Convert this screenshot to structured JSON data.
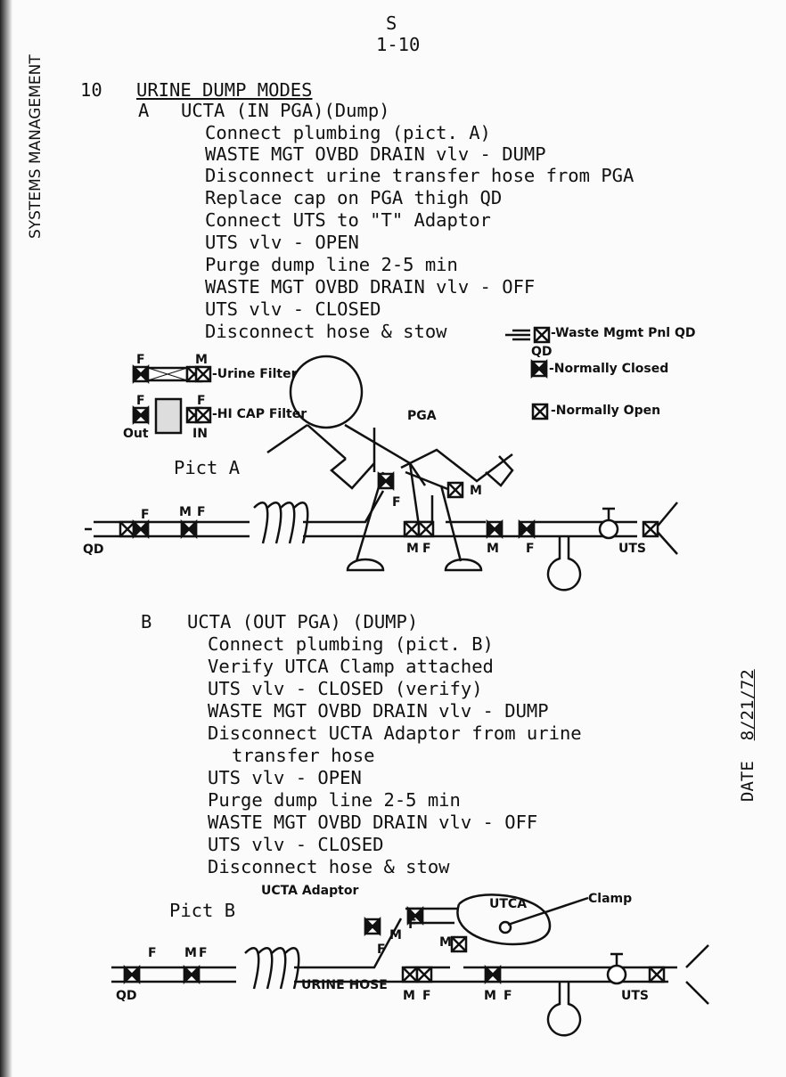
{
  "header": {
    "section": "S",
    "page": "1-10"
  },
  "side_tab": "SYSTEMS MANAGEMENT",
  "date": {
    "label": "DATE",
    "value": "8/21/72"
  },
  "procedure": {
    "number": "10",
    "title": "URINE DUMP MODES",
    "a": {
      "letter": "A",
      "title": "UCTA (IN PGA)(Dump)",
      "steps": [
        "Connect plumbing (pict. A)",
        "WASTE MGT OVBD DRAIN vlv - DUMP",
        "Disconnect urine transfer hose from PGA",
        "Replace cap on PGA thigh QD",
        "Connect UTS to \"T\" Adaptor",
        "UTS vlv - OPEN",
        "Purge dump line 2-5 min",
        "WASTE MGT OVBD DRAIN vlv - OFF",
        "UTS vlv - CLOSED",
        "Disconnect hose & stow"
      ]
    },
    "b": {
      "letter": "B",
      "title": "UCTA (OUT PGA) (DUMP)",
      "steps": [
        "Connect plumbing (pict. B)",
        "Verify UTCA Clamp attached",
        "UTS vlv - CLOSED (verify)",
        "WASTE MGT OVBD DRAIN vlv - DUMP",
        "Disconnect UCTA Adaptor from urine",
        "transfer hose",
        "UTS vlv - OPEN",
        "Purge dump line 2-5 min",
        "WASTE MGT OVBD DRAIN vlv - OFF",
        "UTS vlv - CLOSED",
        "Disconnect hose & stow"
      ]
    }
  },
  "legend": {
    "urine_filter": "-Urine Filter",
    "hi_cap_filter": "-HI CAP Filter",
    "waste_qd": "-Waste Mgmt Pnl QD",
    "qd": "QD",
    "normally_closed": "-Normally Closed",
    "normally_open": "-Normally Open",
    "f": "F",
    "m": "M",
    "out": "Out",
    "in": "IN"
  },
  "pict_a": {
    "title": "Pict A",
    "pga": "PGA",
    "qd": "QD",
    "uts": "UTS",
    "f": "F",
    "m": "M"
  },
  "pict_b": {
    "title": "Pict B",
    "adaptor": "UCTA Adaptor",
    "utca": "UTCA",
    "clamp": "Clamp",
    "hose": "URINE HOSE",
    "qd": "QD",
    "uts": "UTS",
    "f": "F",
    "m": "M"
  }
}
